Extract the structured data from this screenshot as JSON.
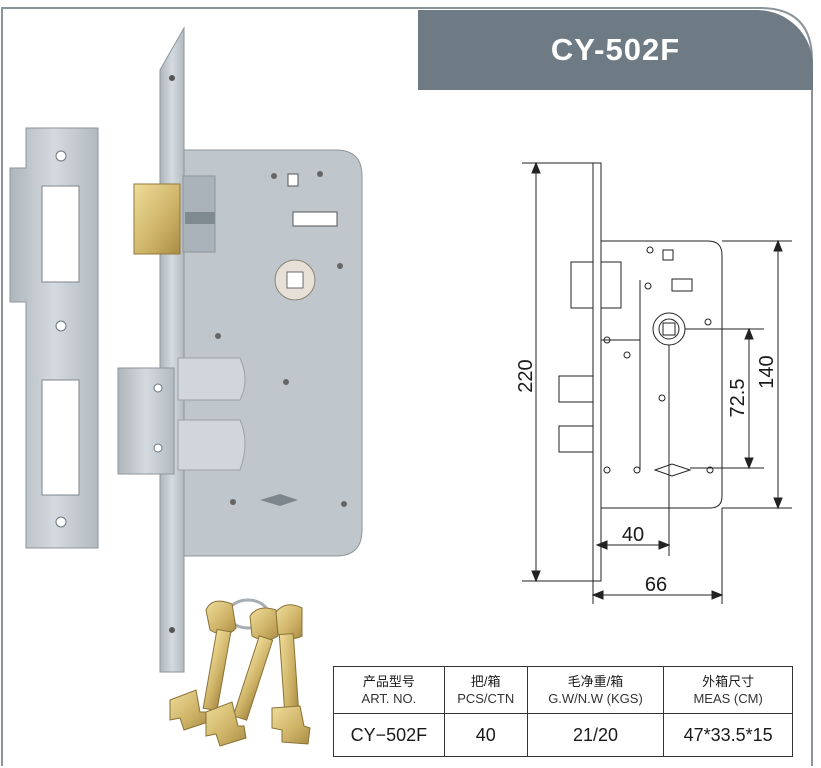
{
  "product": {
    "model_title": "CY-502F"
  },
  "drawing": {
    "dims": {
      "overall_height": "220",
      "case_height": "140",
      "center_distance": "72.5",
      "backset": "40",
      "case_depth": "66"
    }
  },
  "spec_table": {
    "headers": [
      {
        "zh": "产品型号",
        "en": "ART. NO."
      },
      {
        "zh": "把/箱",
        "en": "PCS/CTN"
      },
      {
        "zh": "毛净重/箱",
        "en": "G.W/N.W (KGS)"
      },
      {
        "zh": "外箱尺寸",
        "en": "MEAS (CM)"
      }
    ],
    "row": [
      "CY−502F",
      "40",
      "21/20",
      "47*33.5*15"
    ]
  },
  "colors": {
    "header_bg": "#6e7b85",
    "frame_line": "#8a949b",
    "metal": "#c5ccd2",
    "brass": "#d8c27a"
  }
}
